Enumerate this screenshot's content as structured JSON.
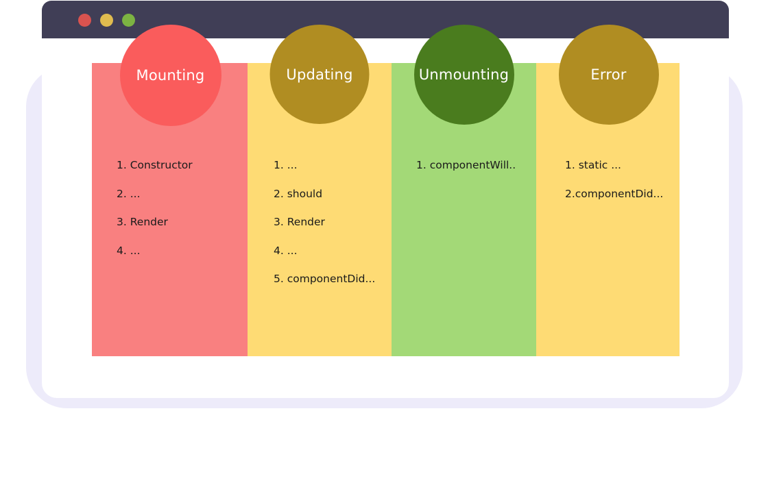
{
  "window": {
    "titlebar": {
      "buttons": [
        {
          "name": "close",
          "icon": "close-dot-icon",
          "color": "#d9534f"
        },
        {
          "name": "minimize",
          "icon": "minimize-dot-icon",
          "color": "#e0bc4f"
        },
        {
          "name": "maximize",
          "icon": "maximize-dot-icon",
          "color": "#7cb342"
        }
      ],
      "background": "#403e56"
    }
  },
  "board": {
    "columns": [
      {
        "title": "Mounting",
        "column_color": "#f98080",
        "badge_color": "#fa5c5c",
        "items": [
          "1. Constructor",
          "2. ...",
          "3. Render",
          "4. ..."
        ]
      },
      {
        "title": "Updating",
        "column_color": "#fedb74",
        "badge_color": "#b08d22",
        "items": [
          "1. ...",
          "2. should",
          "3. Render",
          "4. ...",
          "5. componentDid..."
        ]
      },
      {
        "title": "Unmounting",
        "column_color": "#a3d977",
        "badge_color": "#4a7c1e",
        "items": [
          "1. componentWill.."
        ]
      },
      {
        "title": "Error",
        "column_color": "#fedb74",
        "badge_color": "#b08d22",
        "items": [
          "1. static ...",
          "2.componentDid..."
        ]
      }
    ]
  },
  "decoration": {
    "shape_color": "#edebfa"
  }
}
